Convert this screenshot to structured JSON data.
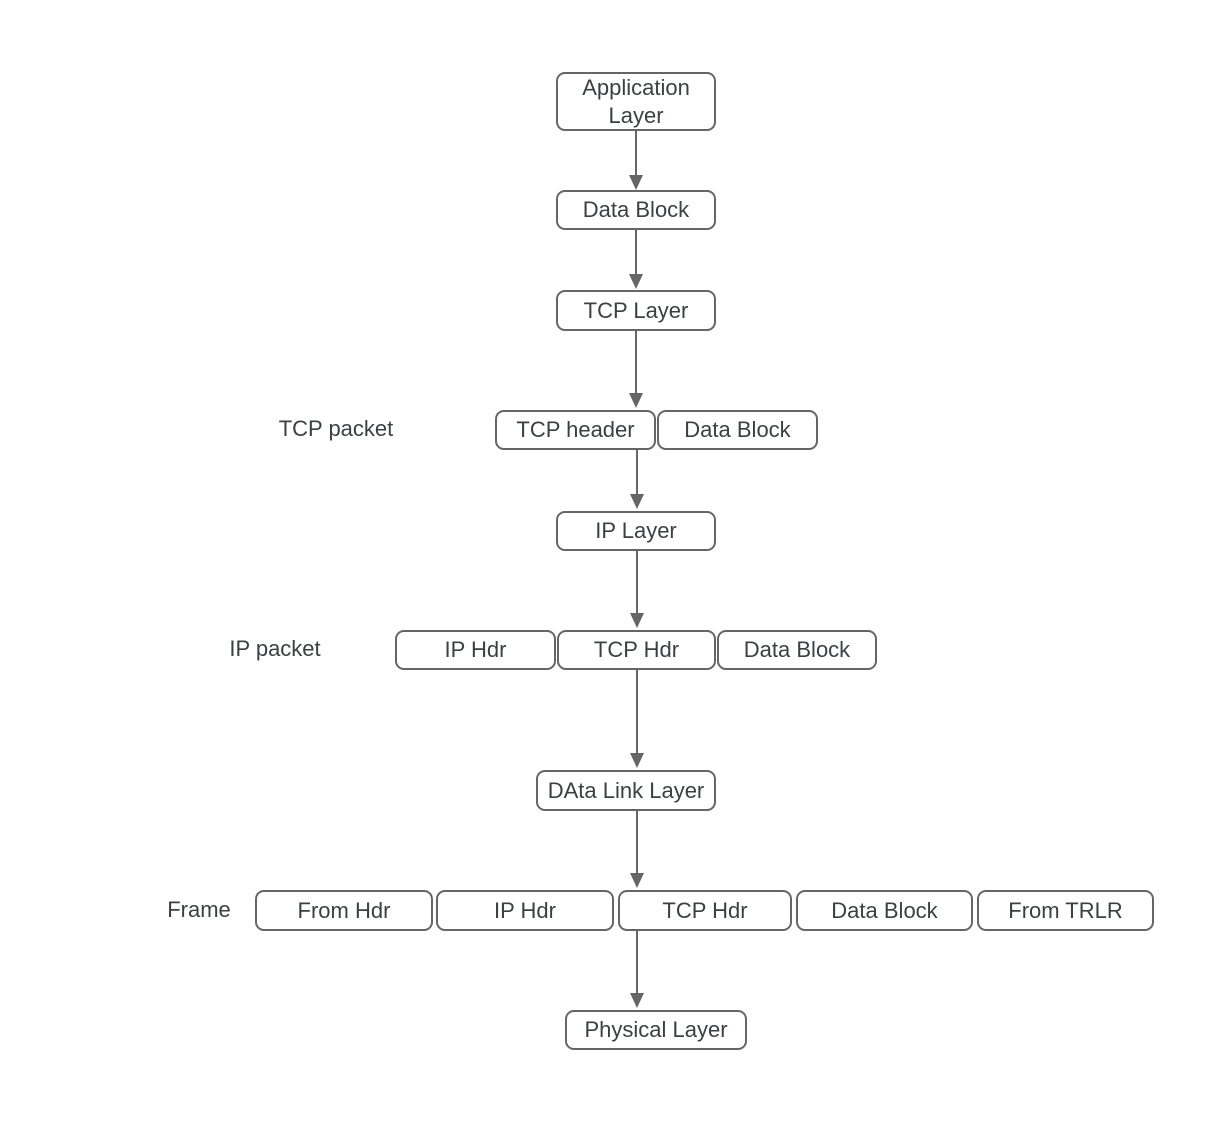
{
  "diagram": {
    "colors": {
      "background": "#ffffff",
      "stroke": "#666666",
      "text": "#3c3f43"
    },
    "nodes": {
      "application_layer": {
        "label": "Application Layer"
      },
      "data_block_app": {
        "label": "Data Block"
      },
      "tcp_layer": {
        "label": "TCP Layer"
      },
      "tcp_header": {
        "label": "TCP header"
      },
      "tcp_packet_data_block": {
        "label": "Data Block"
      },
      "ip_layer": {
        "label": "IP Layer"
      },
      "ip_hdr": {
        "label": "IP Hdr"
      },
      "tcp_hdr": {
        "label": "TCP Hdr"
      },
      "ip_packet_data_block": {
        "label": "Data Block"
      },
      "data_link_layer": {
        "label": "DAta Link Layer"
      },
      "frame_from_hdr": {
        "label": "From Hdr"
      },
      "frame_ip_hdr": {
        "label": "IP Hdr"
      },
      "frame_tcp_hdr": {
        "label": "TCP Hdr"
      },
      "frame_data_block": {
        "label": "Data Block"
      },
      "frame_from_trlr": {
        "label": "From TRLR"
      },
      "physical_layer": {
        "label": "Physical Layer"
      }
    },
    "row_labels": {
      "tcp_packet": {
        "text": "TCP packet"
      },
      "ip_packet": {
        "text": "IP packet"
      },
      "frame": {
        "text": "Frame"
      }
    },
    "edges": [
      {
        "from": "application_layer",
        "to": "data_block_app"
      },
      {
        "from": "data_block_app",
        "to": "tcp_layer"
      },
      {
        "from": "tcp_layer",
        "to": "tcp_header"
      },
      {
        "from": "tcp_header",
        "to": "ip_layer"
      },
      {
        "from": "ip_layer",
        "to": "tcp_hdr"
      },
      {
        "from": "tcp_hdr",
        "to": "data_link_layer"
      },
      {
        "from": "data_link_layer",
        "to": "frame_tcp_hdr"
      },
      {
        "from": "frame_tcp_hdr",
        "to": "physical_layer"
      }
    ]
  }
}
